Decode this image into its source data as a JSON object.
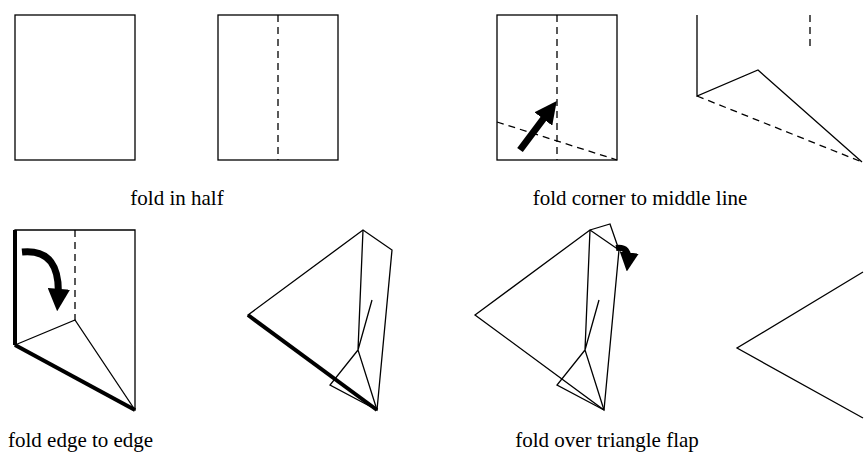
{
  "diagram": {
    "labels": [
      "fold in half",
      "fold corner to middle line",
      "fold edge to edge",
      "fold over triangle flap"
    ]
  }
}
